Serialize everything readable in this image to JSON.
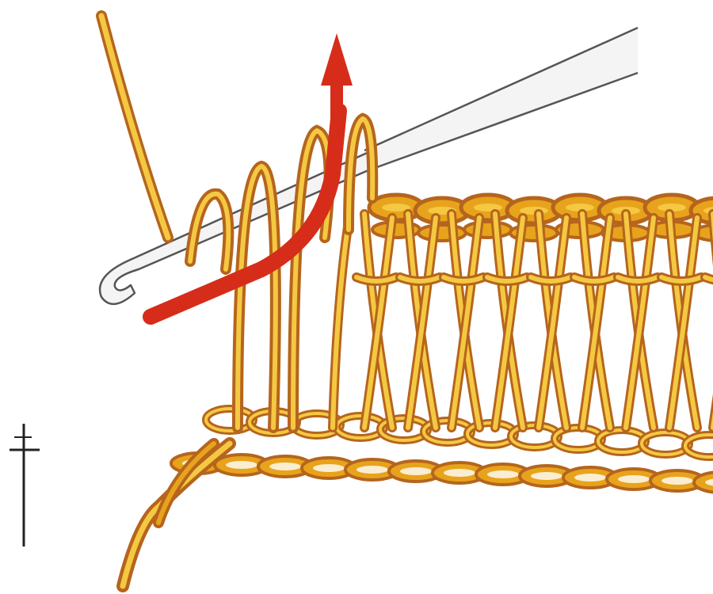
{
  "symbol": {
    "name": "double-crochet-symbol",
    "shape": "cross-with-tall-stem"
  },
  "colors": {
    "background": "#ffffff",
    "yarn": "#e8a31c",
    "yarn_light": "#f5c842",
    "yarn_dark": "#b5651d",
    "yarn_green_tint": "#a8a83a",
    "working_yarn_highlight": "#d62d1a",
    "arrow": "#d62d1a",
    "hook": "#f4f4f4",
    "hook_outline": "#555555",
    "symbol": "#222222"
  },
  "arrow": {
    "direction": "up"
  }
}
